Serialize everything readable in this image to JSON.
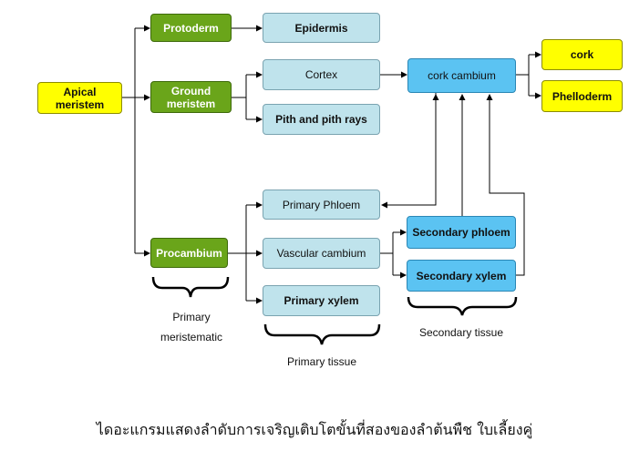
{
  "nodes": {
    "apical": "Apical\nmeristem",
    "protoderm": "Protoderm",
    "ground": "Ground\nmeristem",
    "procambium": "Procambium",
    "epidermis": "Epidermis",
    "cortex": "Cortex",
    "pith": "Pith and pith rays",
    "primary_phloem": "Primary Phloem",
    "vascular_cambium": "Vascular cambium",
    "primary_xylem": "Primary xylem",
    "cork_cambium": "cork  cambium",
    "secondary_phloem": "Secondary phloem",
    "secondary_xylem": "Secondary xylem",
    "cork": "cork",
    "phelloderm": "Phelloderm"
  },
  "labels": {
    "primary_meristematic_1": "Primary",
    "primary_meristematic_2": "meristematic",
    "primary_tissue": "Primary tissue",
    "secondary_tissue": "Secondary tissue"
  },
  "caption": "ไดอะแกรมแสดงลำดับการเจริญเติบโตขั้นที่สองของลำต้นพืช ใบเลี้ยงคู่",
  "colors": {
    "yellow": "#ffff00",
    "green": "#6aa51a",
    "light_blue": "#bfe3ec",
    "medium_blue": "#5bc3f2"
  }
}
